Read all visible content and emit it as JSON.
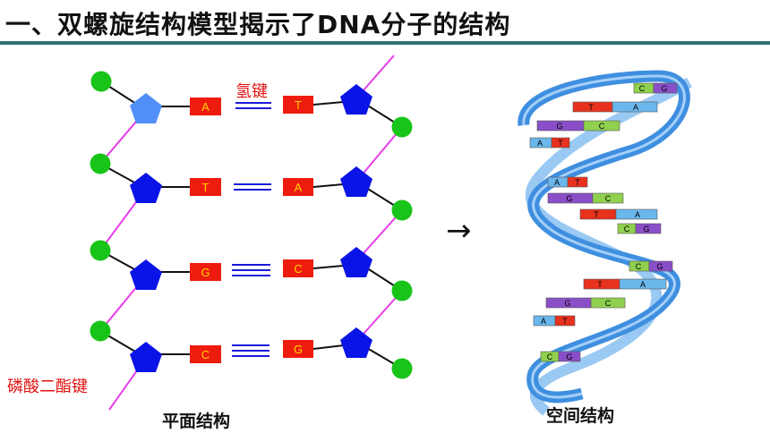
{
  "title": "一、双螺旋结构模型揭示了DNA分子的结构",
  "planar": {
    "caption": "平面结构",
    "hydrogen_bond_label": "氢键",
    "phosphodiester_label": "磷酸二酯键",
    "pairs": [
      {
        "left": "A",
        "right": "T",
        "bonds": 2
      },
      {
        "left": "T",
        "right": "A",
        "bonds": 2
      },
      {
        "left": "G",
        "right": "C",
        "bonds": 3
      },
      {
        "left": "C",
        "right": "G",
        "bonds": 3
      }
    ]
  },
  "arrow": "→",
  "spatial": {
    "caption": "空间结构",
    "rungs": [
      [
        "C",
        "G"
      ],
      [
        "T",
        "A"
      ],
      [
        "G",
        "C"
      ],
      [
        "A",
        "T"
      ],
      [
        "A",
        "T"
      ],
      [
        "G",
        "C"
      ],
      [
        "T",
        "A"
      ],
      [
        "C",
        "G"
      ],
      [
        "C",
        "G"
      ],
      [
        "T",
        "A"
      ],
      [
        "G",
        "C"
      ],
      [
        "A",
        "T"
      ],
      [
        "C",
        "G"
      ]
    ]
  },
  "colors": {
    "phosphate": "#19c419",
    "sugar": "#0a14e6",
    "sugar_first": "#4f8ff7",
    "base": "#ee1c0e",
    "base_text": "#ffd400",
    "bond": "#1a1ad8",
    "backbone": "#e83ce8",
    "helix": "#3f8fe0",
    "A": "#6ab7ec",
    "T": "#e8321e",
    "G": "#8a4fc8",
    "C": "#8fd14f"
  }
}
